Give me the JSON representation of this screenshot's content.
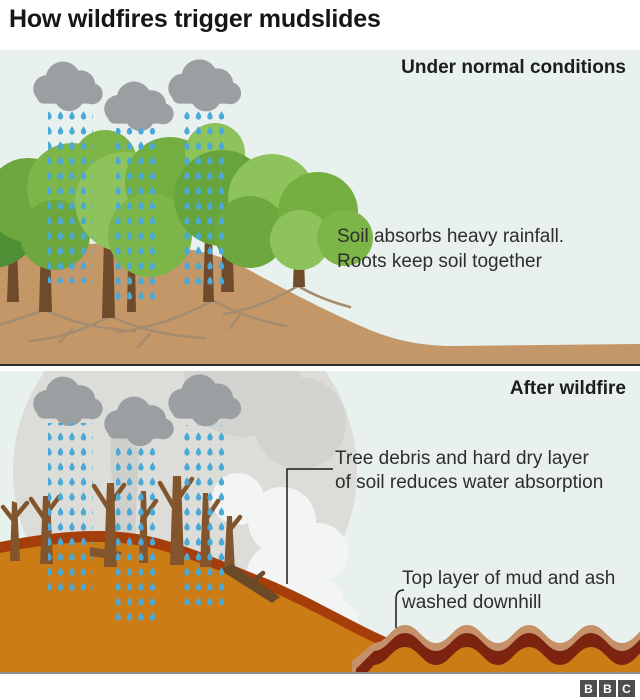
{
  "title": "How wildfires trigger mudslides",
  "panel_normal": {
    "heading": "Under normal conditions",
    "caption_line1": "Soil absorbs heavy rainfall.",
    "caption_line2": "Roots keep soil together"
  },
  "panel_wildfire": {
    "heading": "After wildfire",
    "annotation1_line1": "Tree debris and hard dry layer",
    "annotation1_line2": "of soil reduces water absorption",
    "annotation2_line1": "Top layer of mud and ash",
    "annotation2_line2": "washed downhill"
  },
  "footer": {
    "logo_letters": [
      "B",
      "B",
      "C"
    ]
  },
  "scene_elements": {
    "panel_normal": [
      "rain-cloud",
      "rain-column",
      "tree-canopy",
      "tree-trunk",
      "roots",
      "soil-hill"
    ],
    "panel_wildfire": [
      "smoke-plume",
      "rain-cloud",
      "rain-column",
      "burnt-tree",
      "fallen-tree",
      "soil-crust",
      "mud-waves",
      "leader-line"
    ]
  },
  "colors": {
    "panel_bg": "#e8f1ee",
    "cloud": "#9aa0a1",
    "rain": "#4aa9d6",
    "smoke_light": "#dcddd9",
    "smoke_mid": "#d2d3cf",
    "smoke_wisp": "#cfd0cc",
    "smoke_white": "#f2f5f3",
    "canopy_dark": "#4f8f36",
    "canopy_mid": "#6da73e",
    "canopy_mid2": "#7db548",
    "canopy_olive": "#74ae41",
    "canopy_light": "#8ec25b",
    "canopy_deep": "#68a43c",
    "trunk": "#6f4a2b",
    "burnt_trunk": "#82552c",
    "roots": "#a58c6f",
    "soil_normal": "#c49768",
    "soil_burnt": "#cc7c15",
    "soil_crust": "#a63e0c",
    "mud_dark": "#7c2410",
    "mud_light": "#c69069",
    "leader": "#1a1a1a",
    "logo_bg": "#4e4e50",
    "border_top_panel": "#2b2b2b",
    "border_bottom_panel": "#8f8f8d"
  }
}
